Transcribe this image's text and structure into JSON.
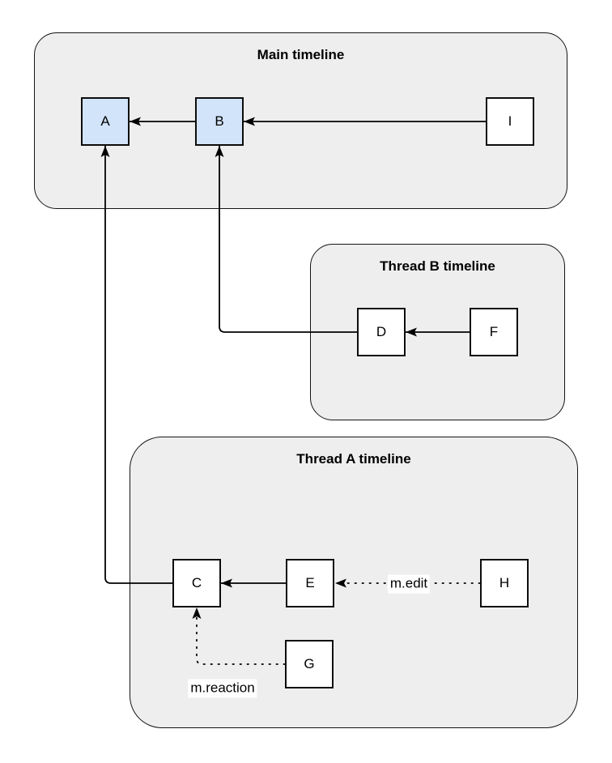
{
  "diagram": {
    "containers": [
      {
        "id": "main",
        "title": "Main timeline"
      },
      {
        "id": "thread-b",
        "title": "Thread B timeline"
      },
      {
        "id": "thread-a",
        "title": "Thread A timeline"
      }
    ],
    "nodes": [
      {
        "id": "A",
        "label": "A",
        "timeline": "main",
        "highlighted": true
      },
      {
        "id": "B",
        "label": "B",
        "timeline": "main",
        "highlighted": true
      },
      {
        "id": "I",
        "label": "I",
        "timeline": "main",
        "highlighted": false
      },
      {
        "id": "D",
        "label": "D",
        "timeline": "thread-b",
        "highlighted": false
      },
      {
        "id": "F",
        "label": "F",
        "timeline": "thread-b",
        "highlighted": false
      },
      {
        "id": "C",
        "label": "C",
        "timeline": "thread-a",
        "highlighted": false
      },
      {
        "id": "E",
        "label": "E",
        "timeline": "thread-a",
        "highlighted": false
      },
      {
        "id": "H",
        "label": "H",
        "timeline": "thread-a",
        "highlighted": false
      },
      {
        "id": "G",
        "label": "G",
        "timeline": "thread-a",
        "highlighted": false
      }
    ],
    "edges": [
      {
        "from": "B",
        "to": "A",
        "style": "solid",
        "label": ""
      },
      {
        "from": "I",
        "to": "B",
        "style": "solid",
        "label": ""
      },
      {
        "from": "F",
        "to": "D",
        "style": "solid",
        "label": ""
      },
      {
        "from": "D",
        "to": "B",
        "style": "solid",
        "label": ""
      },
      {
        "from": "E",
        "to": "C",
        "style": "solid",
        "label": ""
      },
      {
        "from": "C",
        "to": "A",
        "style": "solid",
        "label": ""
      },
      {
        "from": "H",
        "to": "E",
        "style": "dotted",
        "label": "m.edit"
      },
      {
        "from": "G",
        "to": "C",
        "style": "dotted",
        "label": "m.reaction"
      }
    ],
    "colors": {
      "container_fill": "#eeeeee",
      "container_stroke": "#141414",
      "node_fill": "#ffffff",
      "node_highlight_fill": "#d2e4fa",
      "node_stroke": "#0d0d0d",
      "edge_stroke": "#000000",
      "background": "#ffffff"
    }
  }
}
